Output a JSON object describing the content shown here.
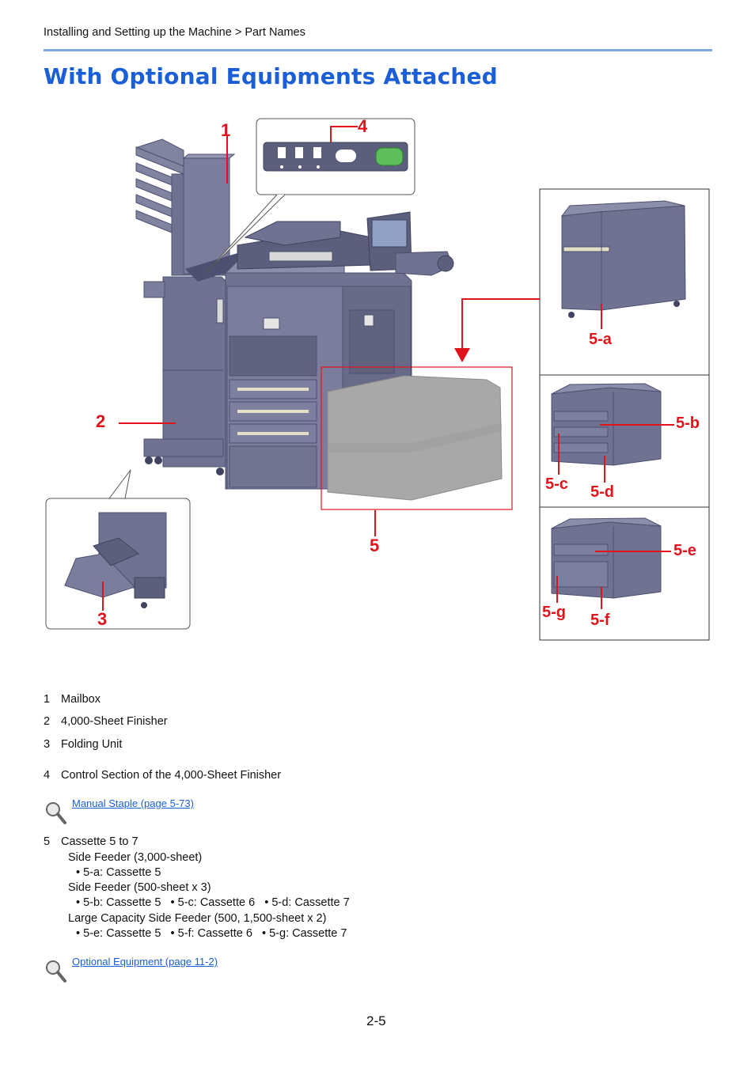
{
  "header": {
    "breadcrumb": "Installing and Setting up the Machine > Part Names"
  },
  "page_title": "With Optional Equipments Attached",
  "figure": {
    "callouts": {
      "c1": "1",
      "c2": "2",
      "c3": "3",
      "c4": "4",
      "c5": "5",
      "c5a": "5-a",
      "c5b": "5-b",
      "c5c": "5-c",
      "c5d": "5-d",
      "c5e": "5-e",
      "c5f": "5-f",
      "c5g": "5-g"
    },
    "colors": {
      "callout": "#e1141b",
      "machine_body": "#6f7391",
      "machine_dark": "#4d5070",
      "placeholder_gray": "#a8a8a8",
      "title_blue": "#1a5fd6"
    }
  },
  "items": [
    {
      "num": "1",
      "label": "Mailbox"
    },
    {
      "num": "2",
      "label": "4,000-Sheet Finisher"
    },
    {
      "num": "3",
      "label": "Folding Unit"
    },
    {
      "num": "4",
      "label": "Control Section of the 4,000-Sheet Finisher"
    }
  ],
  "ref1": {
    "icon": "magnifier-icon",
    "text": "Manual Staple (page 5-73)"
  },
  "item5": {
    "num": "5",
    "label": "Cassette 5 to 7",
    "lines": [
      "Side Feeder (3,000-sheet)",
      "• 5-a: Cassette 5",
      "Side Feeder (500-sheet x 3)",
      "• 5-b: Cassette 5   • 5-c: Cassette 6   • 5-d: Cassette 7",
      "Large Capacity Side Feeder (500, 1,500-sheet x 2)",
      "• 5-e: Cassette 5   • 5-f: Cassette 6   • 5-g: Cassette 7"
    ]
  },
  "ref2": {
    "icon": "magnifier-icon",
    "text": "Optional Equipment (page 11-2)"
  },
  "page_number": "2-5"
}
